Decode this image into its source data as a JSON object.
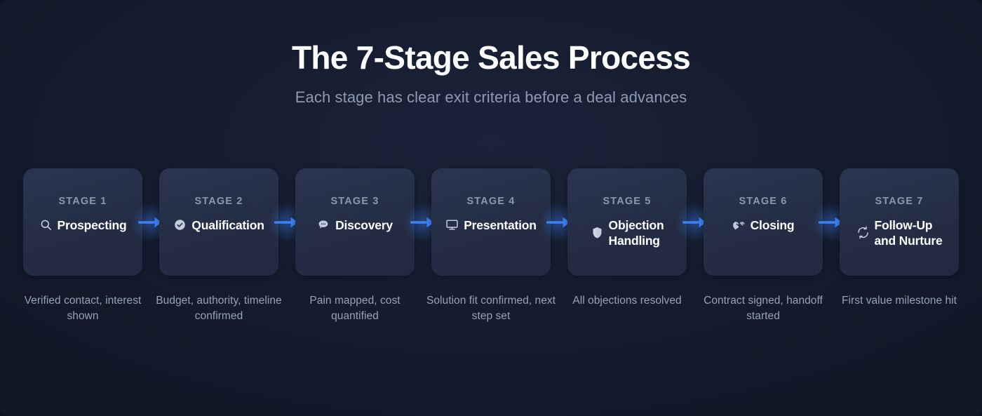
{
  "header": {
    "title": "The 7-Stage Sales Process",
    "subtitle": "Each stage has clear exit criteria before a deal advances"
  },
  "colors": {
    "background": "#141c2e",
    "card_background": "#26304a",
    "accent_arrow": "#3b82f6",
    "stage_label": "#8d97ac",
    "stage_name": "#ffffff",
    "criteria_text": "#97a2b8",
    "subtitle": "#8e9ab2",
    "icon": "#c3cadb"
  },
  "arrow": {
    "icon": "arrow-right-icon",
    "count": 6
  },
  "stages": [
    {
      "label": "STAGE 1",
      "name": "Prospecting",
      "icon": "search-icon",
      "criteria": "Verified contact, interest shown",
      "multiline_name": false
    },
    {
      "label": "STAGE 2",
      "name": "Qualification",
      "icon": "check-circle-icon",
      "criteria": "Budget, authority, timeline confirmed",
      "multiline_name": false
    },
    {
      "label": "STAGE 3",
      "name": "Discovery",
      "icon": "speech-bubble-icon",
      "criteria": "Pain mapped, cost quantified",
      "multiline_name": false
    },
    {
      "label": "STAGE 4",
      "name": "Presentation",
      "icon": "monitor-icon",
      "criteria": "Solution fit confirmed, next step set",
      "multiline_name": false
    },
    {
      "label": "STAGE 5",
      "name": "Objection Handling",
      "icon": "shield-icon",
      "criteria": "All objections resolved",
      "multiline_name": true
    },
    {
      "label": "STAGE 6",
      "name": "Closing",
      "icon": "handshake-icon",
      "criteria": "Contract signed, handoff started",
      "multiline_name": false
    },
    {
      "label": "STAGE 7",
      "name": "Follow-Up and Nurture",
      "icon": "refresh-cycle-icon",
      "criteria": "First value milestone hit",
      "multiline_name": true
    }
  ]
}
